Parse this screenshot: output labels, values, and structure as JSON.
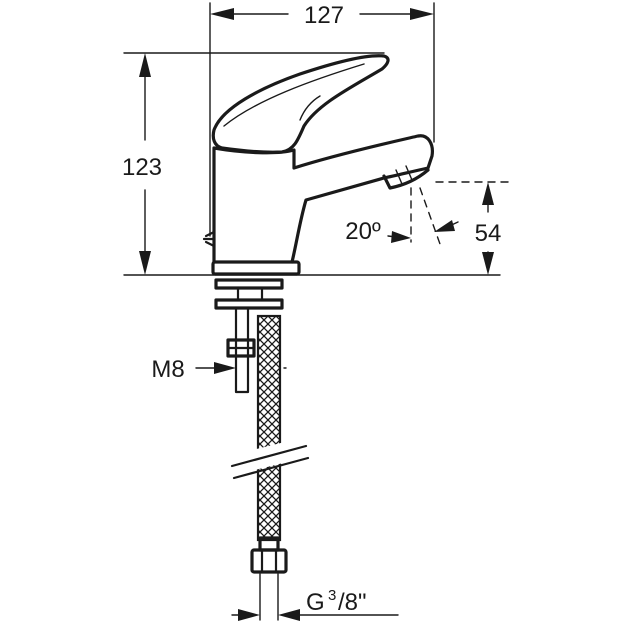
{
  "dimensions": {
    "width_label": "127",
    "height_label": "123",
    "spout_height_label": "54",
    "angle_label": "20º",
    "thread_label": "M8",
    "connection_prefix": "G",
    "connection_superscript": "3",
    "connection_suffix": "/8\""
  }
}
